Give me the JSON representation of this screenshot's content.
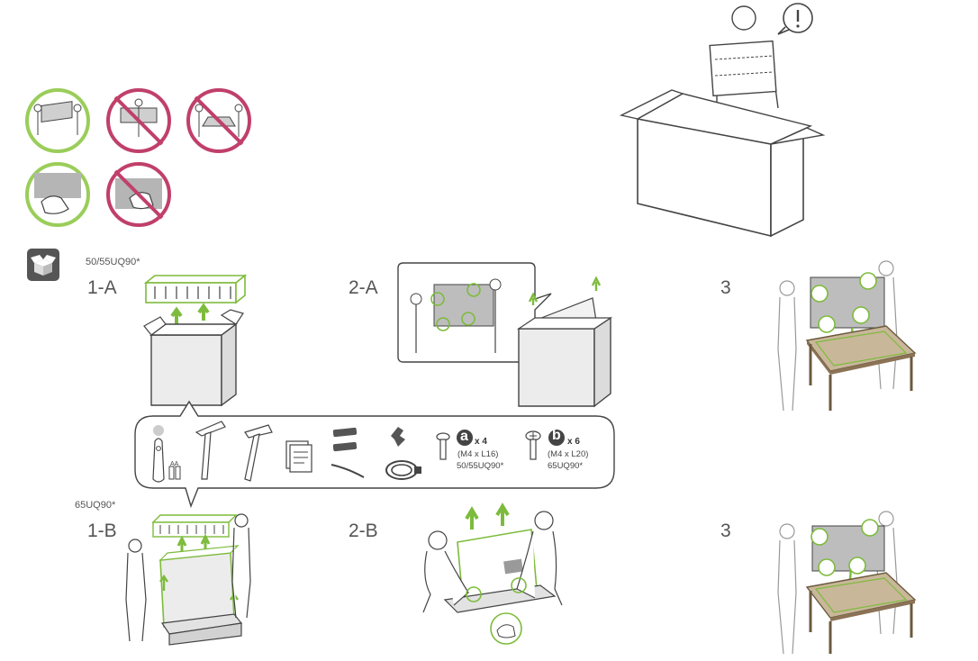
{
  "steps": {
    "step_1a": "1-A",
    "step_2a": "2-A",
    "step_3_top": "3",
    "step_1b": "1-B",
    "step_2b": "2-B",
    "step_3_bottom": "3"
  },
  "models": {
    "upper": "50/55UQ90*",
    "lower": "65UQ90*"
  },
  "parts": {
    "screw_a": {
      "letter": "a",
      "qty": "x 4",
      "size": "(M4 x L16)",
      "model": "50/55UQ90*"
    },
    "screw_b": {
      "letter": "b",
      "qty": "x 6",
      "size": "(M4 x L20)",
      "model": "65UQ90*"
    },
    "battery_label": "AA"
  },
  "warning_icons": [
    {
      "name": "carry-upright-ok",
      "status": "allowed",
      "color": "#9acd5a"
    },
    {
      "name": "carry-flat-front-prohibited",
      "status": "prohibited",
      "color": "#c0406a"
    },
    {
      "name": "carry-flat-prohibited",
      "status": "prohibited",
      "color": "#c0406a"
    },
    {
      "name": "hold-edge-ok",
      "status": "allowed",
      "color": "#9acd5a"
    },
    {
      "name": "touch-screen-prohibited",
      "status": "prohibited",
      "color": "#c0406a"
    }
  ],
  "colors": {
    "accent_green": "#7dbb3c",
    "prohibit_red": "#c0406a",
    "line": "#444444"
  },
  "icons": [
    "unbox-icon",
    "exclamation-icon"
  ]
}
